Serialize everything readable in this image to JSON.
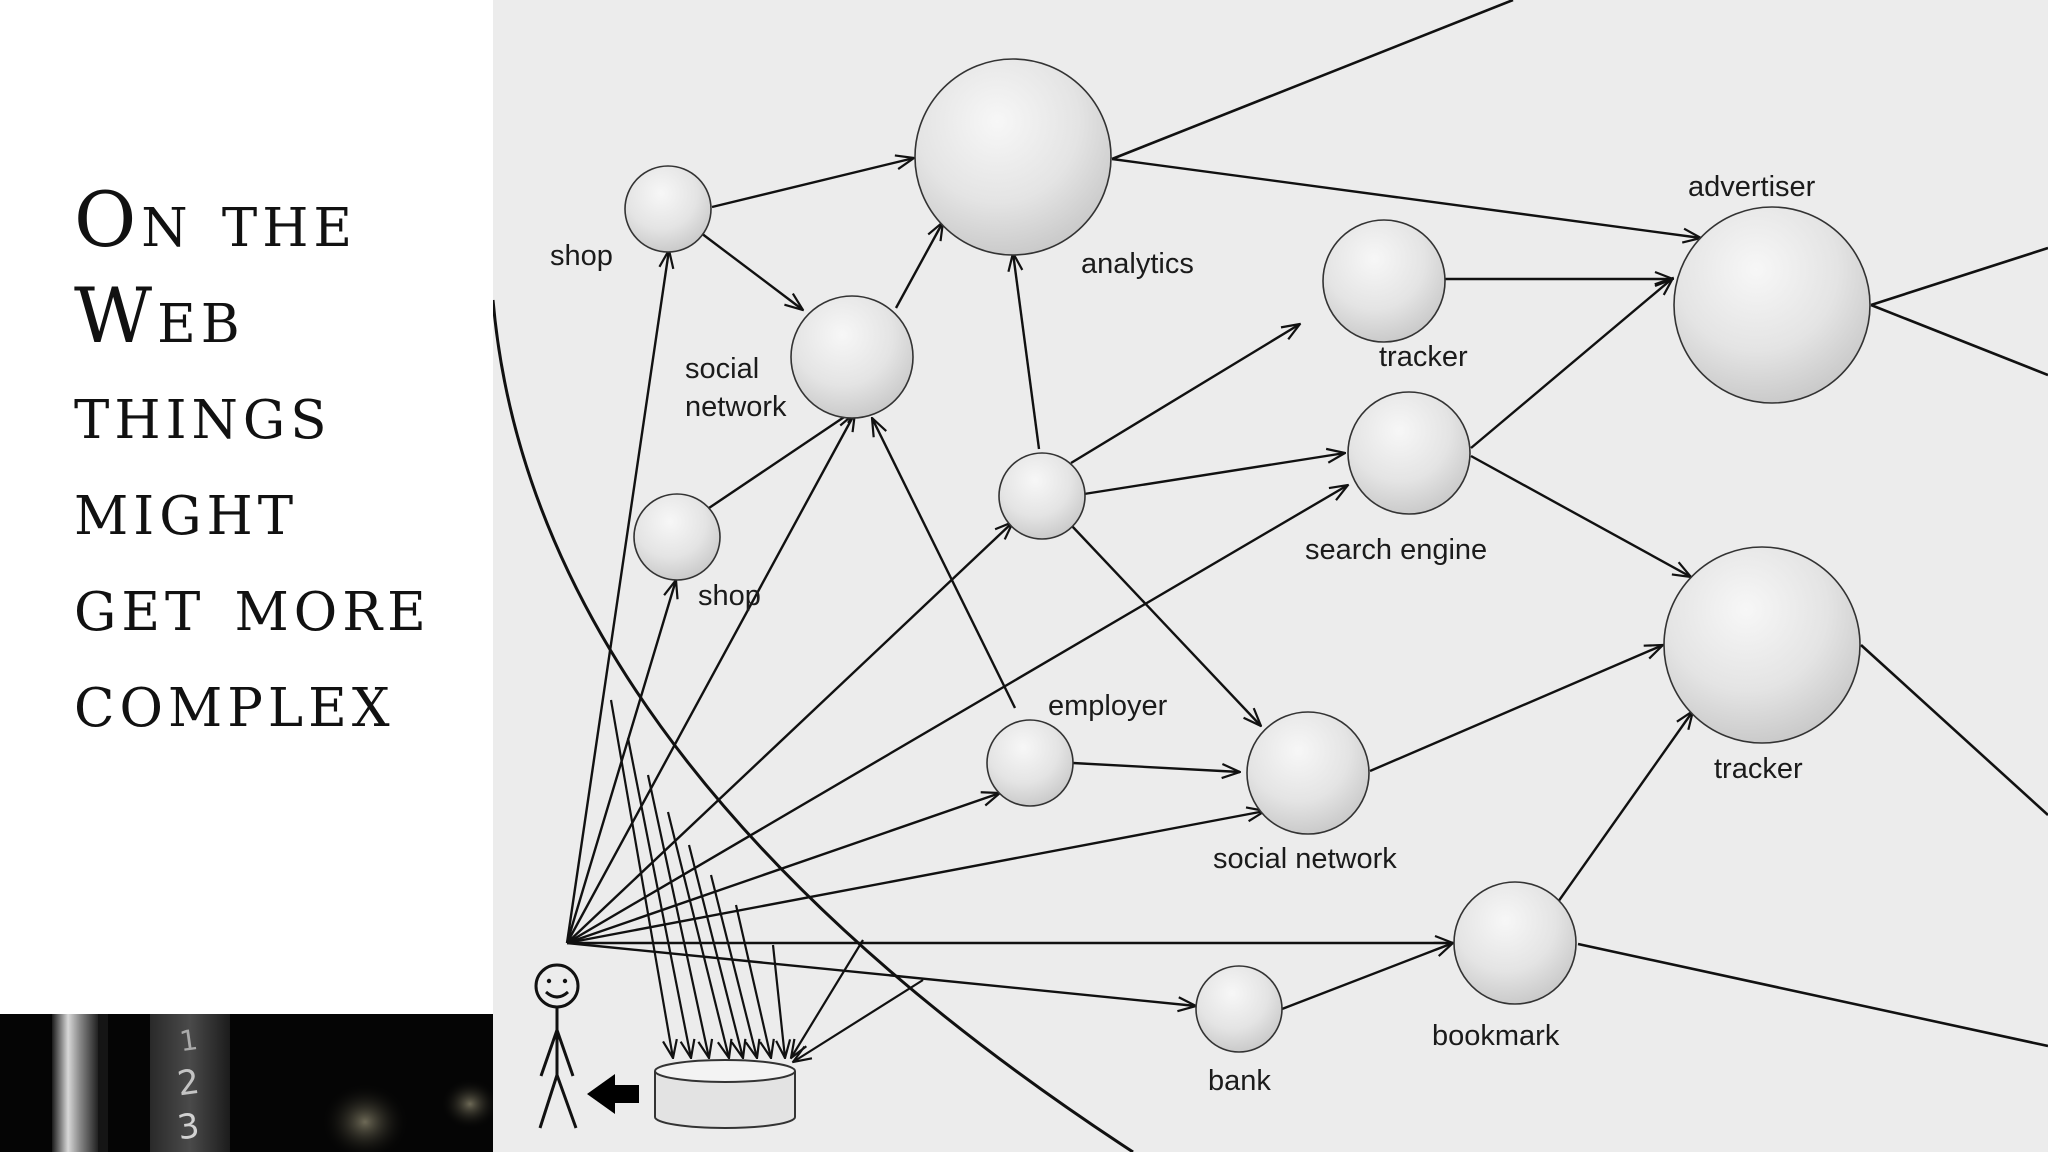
{
  "title": {
    "lines": [
      "On the",
      "Web",
      "things",
      "might",
      "get more",
      "complex"
    ]
  },
  "photo": {
    "dial_digits": [
      "1",
      "2",
      "3"
    ]
  },
  "diagram": {
    "labels": {
      "shop_top": "shop",
      "social_network_upper": [
        "social",
        "network"
      ],
      "shop_middle": "shop",
      "analytics": "analytics",
      "tracker_top": "tracker",
      "search_engine": "search engine",
      "advertiser": "advertiser",
      "employer": "employer",
      "social_network_lower": "social network",
      "tracker_right": "tracker",
      "bookmark": "bookmark",
      "bank": "bank"
    },
    "icons": {
      "user": "stick-figure-icon",
      "arrow": "left-arrow-icon",
      "storage": "database-icon"
    },
    "colors": {
      "background": "#ececec",
      "node_light": "#f7f7f7",
      "node_dark": "#c9c9c9",
      "edge": "#111111"
    }
  }
}
